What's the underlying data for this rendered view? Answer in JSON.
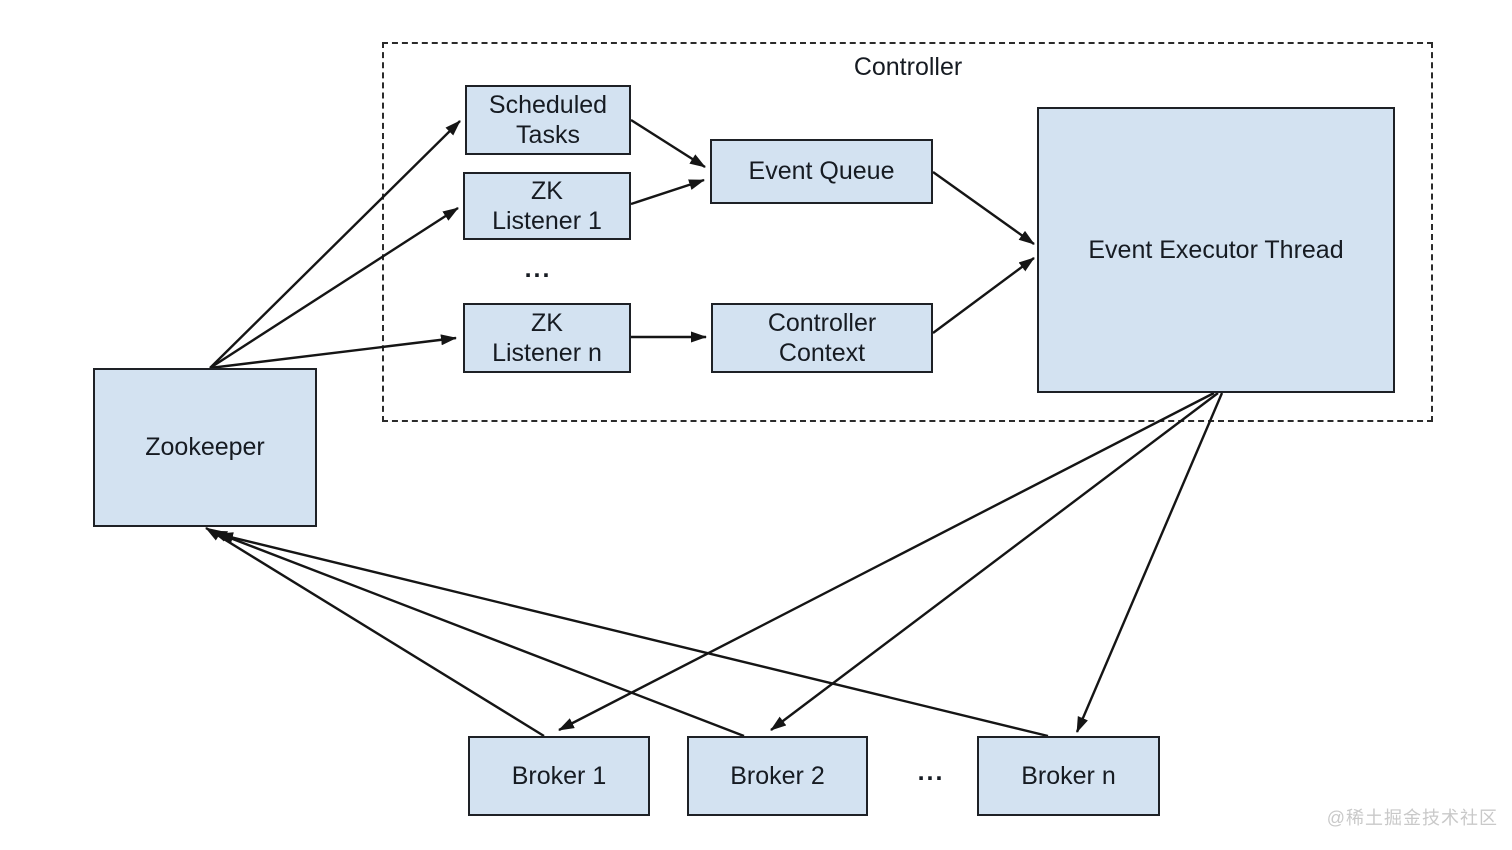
{
  "diagram": {
    "group": {
      "controller_label": "Controller"
    },
    "nodes": {
      "scheduled_tasks": {
        "label": "Scheduled\nTasks"
      },
      "zk_listener_1": {
        "label": "ZK\nListener 1"
      },
      "zk_listener_n": {
        "label": "ZK\nListener n"
      },
      "event_queue": {
        "label": "Event Queue"
      },
      "controller_context": {
        "label": "Controller\nContext"
      },
      "event_executor_thread": {
        "label": "Event Executor Thread"
      },
      "zookeeper": {
        "label": "Zookeeper"
      },
      "broker_1": {
        "label": "Broker 1"
      },
      "broker_2": {
        "label": "Broker 2"
      },
      "broker_n": {
        "label": "Broker n"
      }
    },
    "ellipsis": {
      "listeners": "...",
      "brokers": "..."
    },
    "edges": [
      {
        "from": "zookeeper",
        "to": "scheduled_tasks"
      },
      {
        "from": "zookeeper",
        "to": "zk_listener_1"
      },
      {
        "from": "zookeeper",
        "to": "zk_listener_n"
      },
      {
        "from": "scheduled_tasks",
        "to": "event_queue"
      },
      {
        "from": "zk_listener_1",
        "to": "event_queue"
      },
      {
        "from": "zk_listener_n",
        "to": "controller_context"
      },
      {
        "from": "event_queue",
        "to": "event_executor_thread"
      },
      {
        "from": "controller_context",
        "to": "event_executor_thread"
      },
      {
        "from": "event_executor_thread",
        "to": "broker_1"
      },
      {
        "from": "event_executor_thread",
        "to": "broker_2"
      },
      {
        "from": "event_executor_thread",
        "to": "broker_n"
      },
      {
        "from": "broker_1",
        "to": "zookeeper"
      },
      {
        "from": "broker_2",
        "to": "zookeeper"
      },
      {
        "from": "broker_n",
        "to": "zookeeper"
      }
    ],
    "colors": {
      "node_fill": "#d3e2f1",
      "node_border": "#1e2126",
      "arrow": "#151515",
      "watermark": "#c9c9c9"
    },
    "watermark": {
      "text": "@稀土掘金技术社区"
    }
  }
}
